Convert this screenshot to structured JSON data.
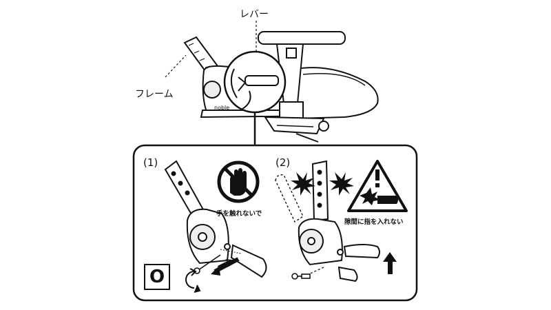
{
  "labels": {
    "lever": "レバー",
    "frame": "フレーム",
    "brand": "noble",
    "step1": "(1)",
    "step2": "(2)",
    "no_touch": "手を触れないで",
    "no_fingers": "隙間に指を入れない",
    "zero_mark": "O"
  },
  "icons": {
    "hand_prohibition": "no-touch-hand-icon",
    "warning_triangle": "pinch-warning-icon",
    "remove_arrow": "remove-arrow-icon",
    "rotate_ccw": "rotate-counterclockwise-icon",
    "up_arrow": "up-arrow-icon",
    "screw": "screw-icon",
    "impact_burst": "impact-burst-icon"
  }
}
